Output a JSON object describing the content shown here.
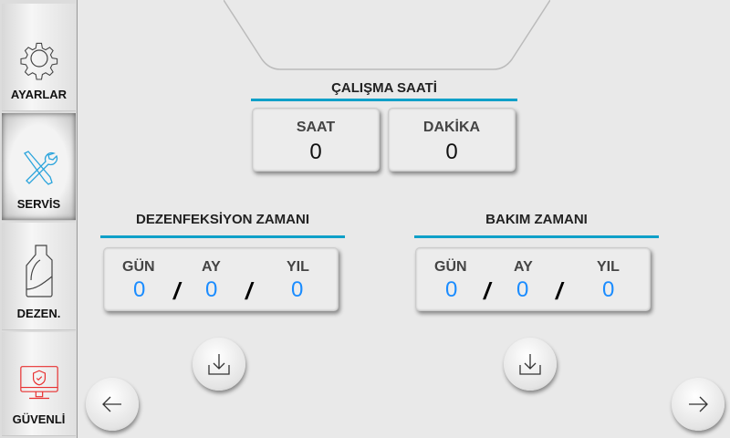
{
  "sidebar": {
    "items": [
      {
        "label": "AYARLAR",
        "icon": "gear-icon"
      },
      {
        "label": "SERVİS",
        "icon": "tools-icon",
        "active": true
      },
      {
        "label": "DEZEN.",
        "icon": "bottle-icon"
      },
      {
        "label": "GÜVENLİ",
        "icon": "shield-monitor-icon"
      }
    ]
  },
  "working_hours": {
    "title": "ÇALIŞMA SAATİ",
    "hour_label": "SAAT",
    "hour_value": "0",
    "minute_label": "DAKİKA",
    "minute_value": "0"
  },
  "disinfection": {
    "title": "DEZENFEKSİYON ZAMANI",
    "day_label": "GÜN",
    "month_label": "AY",
    "year_label": "YIL",
    "day": "0",
    "month": "0",
    "year": "0",
    "sep": "/"
  },
  "maintenance": {
    "title": "BAKIM ZAMANI",
    "day_label": "GÜN",
    "month_label": "AY",
    "year_label": "YIL",
    "day": "0",
    "month": "0",
    "year": "0",
    "sep": "/"
  },
  "colors": {
    "accent": "#0fa0c8",
    "value": "#1a8cff",
    "secure": "#e83030"
  }
}
